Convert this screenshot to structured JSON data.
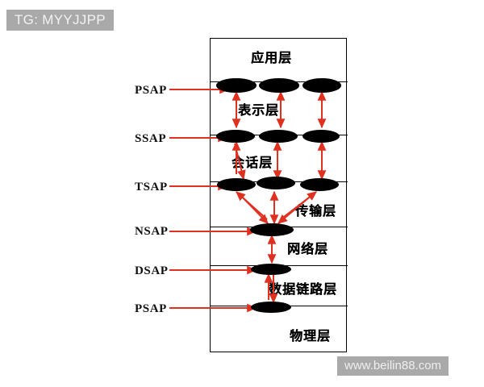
{
  "tag": {
    "text": "TG: MYYJJPP",
    "bg_color": "#a9a9a9",
    "text_color": "#f2f2f2"
  },
  "watermark": {
    "text": "www.beilin88.com",
    "bg_color": "#a9a9a9",
    "text_color": "#efefef"
  },
  "diagram": {
    "title_alt": "OSI 七层模型与服务访问点 (SAP)",
    "arrow_color": "#e03020",
    "node_color": "#000000",
    "border_color": "#000000",
    "layers": [
      {
        "id": "application",
        "name": "应用层"
      },
      {
        "id": "presentation",
        "name": "表示层"
      },
      {
        "id": "session",
        "name": "会话层"
      },
      {
        "id": "transport",
        "name": "传输层"
      },
      {
        "id": "network",
        "name": "网络层"
      },
      {
        "id": "datalink",
        "name": "数据链路层"
      },
      {
        "id": "physical",
        "name": "物理层"
      }
    ],
    "sap_labels": [
      {
        "id": "psap-top",
        "text": "PSAP"
      },
      {
        "id": "ssap",
        "text": "SSAP"
      },
      {
        "id": "tsap",
        "text": "TSAP"
      },
      {
        "id": "nsap",
        "text": "NSAP"
      },
      {
        "id": "dsap",
        "text": "DSAP"
      },
      {
        "id": "psap-bottom",
        "text": "PSAP"
      }
    ]
  }
}
